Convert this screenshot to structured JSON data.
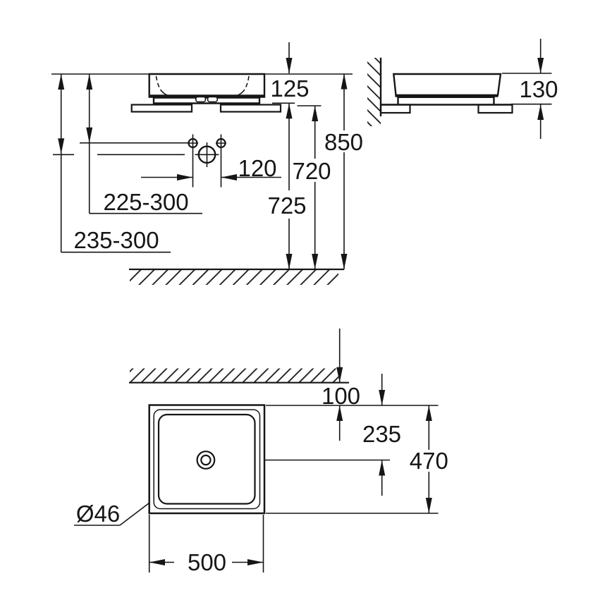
{
  "colors": {
    "line": "#161616",
    "background": "#ffffff"
  },
  "front_view": {
    "rim_height_above_counter": "125",
    "rim_to_floor": "850",
    "dim_720": "720",
    "dim_725": "725",
    "tap_hole_spacing": "120",
    "rim_to_tap_holes_range": "225-300",
    "rim_to_drain_range": "235-300"
  },
  "side_view": {
    "basin_and_counter_height": "130"
  },
  "top_view": {
    "wall_to_basin_edge": "100",
    "edge_to_drain_center": "235",
    "basin_depth": "470",
    "basin_width": "500",
    "drain_diameter": "Ø46"
  }
}
